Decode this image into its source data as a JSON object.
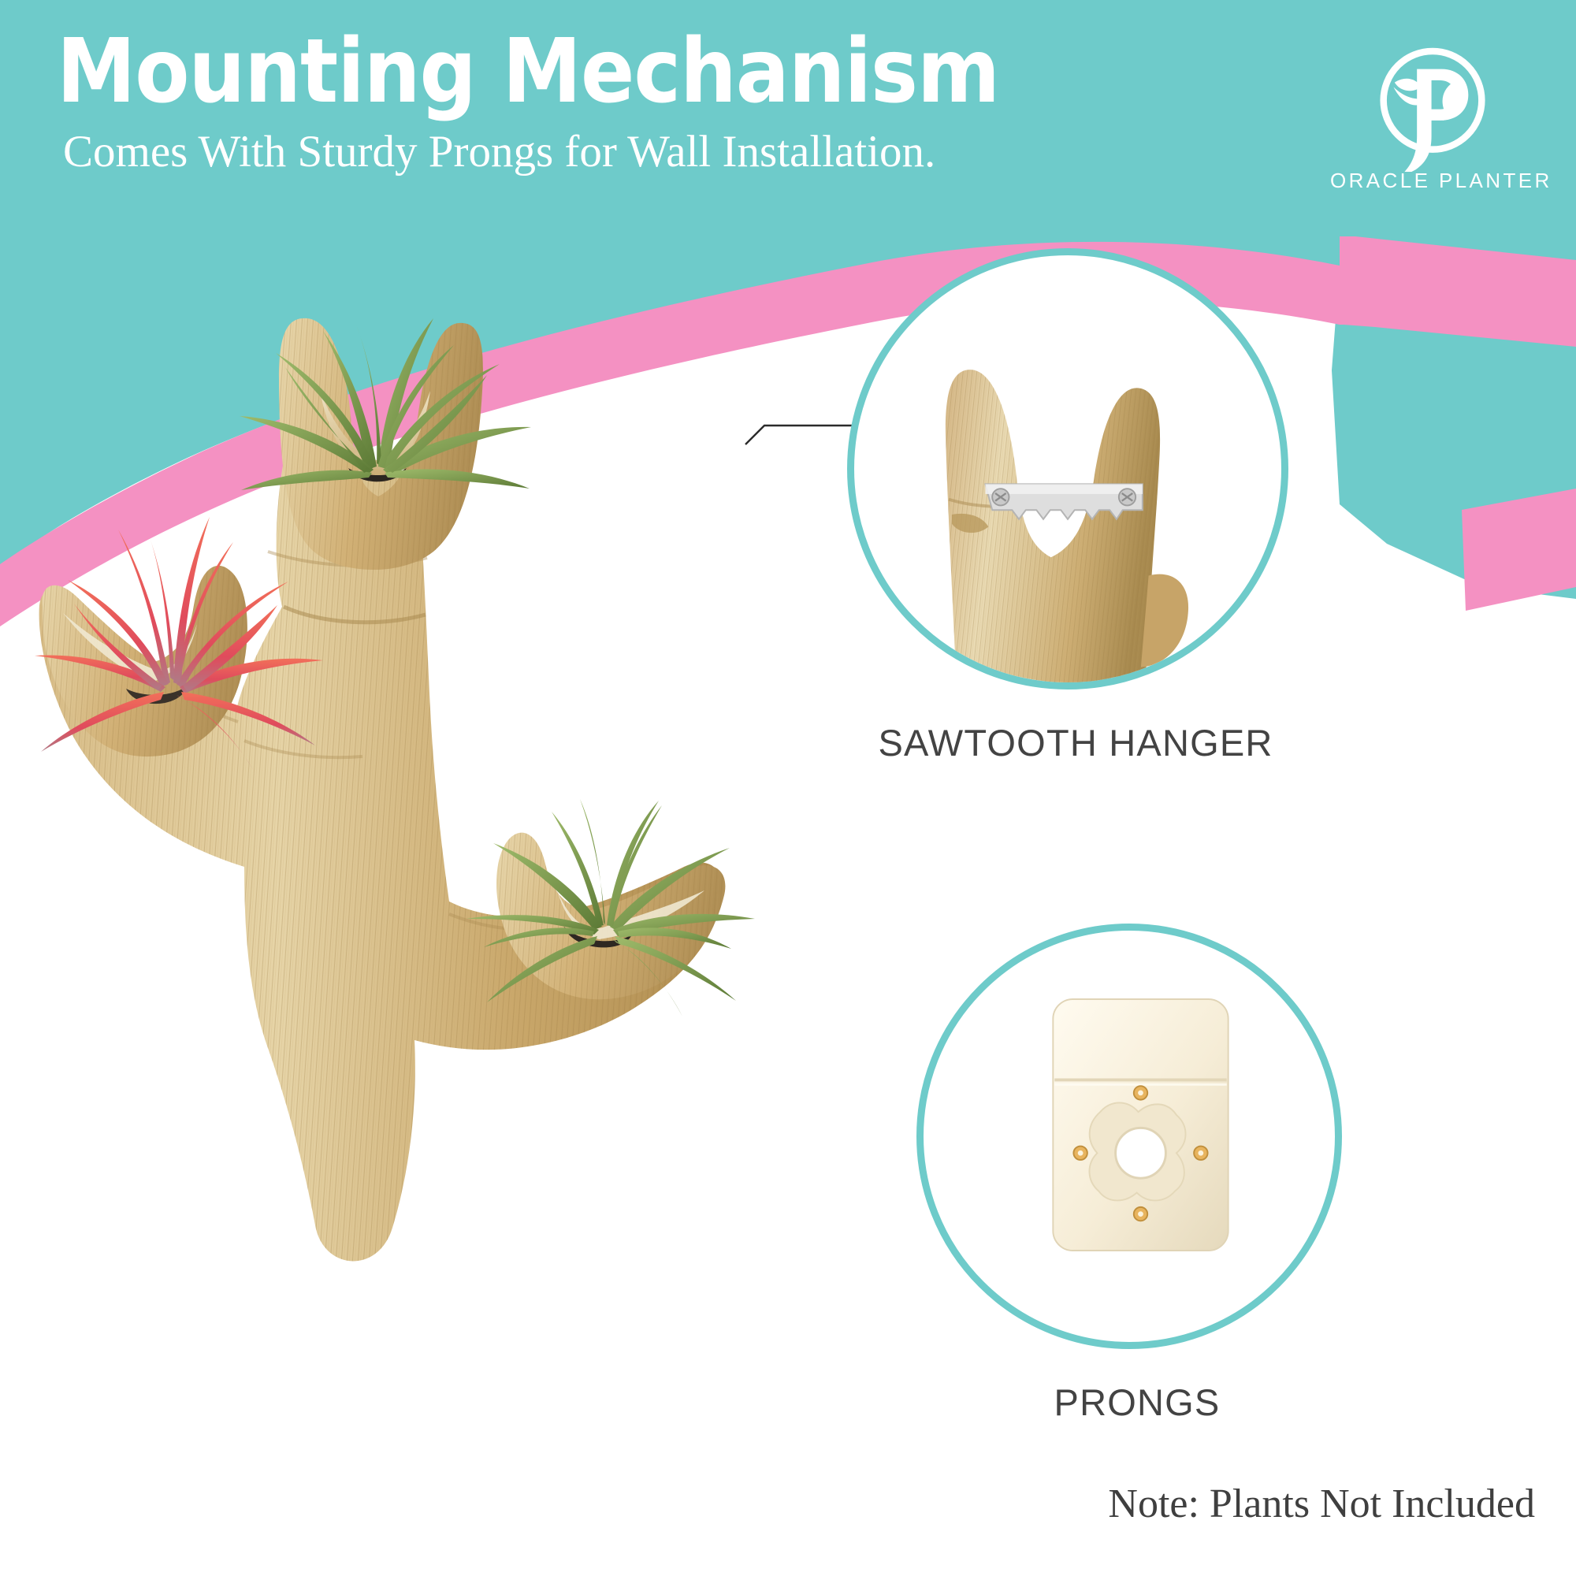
{
  "theme": {
    "teal": "#6ECBCA",
    "pink": "#F491C2",
    "white": "#FFFFFF",
    "text_dark": "#434343",
    "wood_light": "#E4CFA4",
    "wood_mid": "#CBAA6D",
    "wood_dark": "#A98A50",
    "leaf_green": "#7FA050",
    "leaf_green_dark": "#5E7B39",
    "leaf_pink": "#F0634F",
    "prong_cream": "#F6EFDD",
    "metal": "#D9D9D9"
  },
  "header": {
    "title": "Mounting Mechanism",
    "subtitle": "Comes With Sturdy Prongs for Wall Installation.",
    "logo": {
      "icon": "oracle-planter-leaf-p-monogram",
      "wordmark": "ORACLE PLANTER"
    }
  },
  "product": {
    "name": "driftwood-branch-wall-planter",
    "alt": "Tan driftwood branch shaped wall planter with three pockets holding air plants",
    "plants": [
      {
        "id": "top-pocket-plant",
        "color": "green"
      },
      {
        "id": "left-pocket-plant",
        "color": "pink-red"
      },
      {
        "id": "right-pocket-plant",
        "color": "green"
      }
    ]
  },
  "callouts": [
    {
      "id": "sawtooth",
      "label": "SAWTOOTH HANGER",
      "detail": "close-up of sawtooth metal hanger screwed to back of planter",
      "has_leader_line": true
    },
    {
      "id": "prongs",
      "label": "PRONGS",
      "detail": "cream plastic wall prong mount plate with centre hole and four pins",
      "has_leader_line": false
    }
  ],
  "footer": {
    "note": "Note: Plants Not Included"
  }
}
